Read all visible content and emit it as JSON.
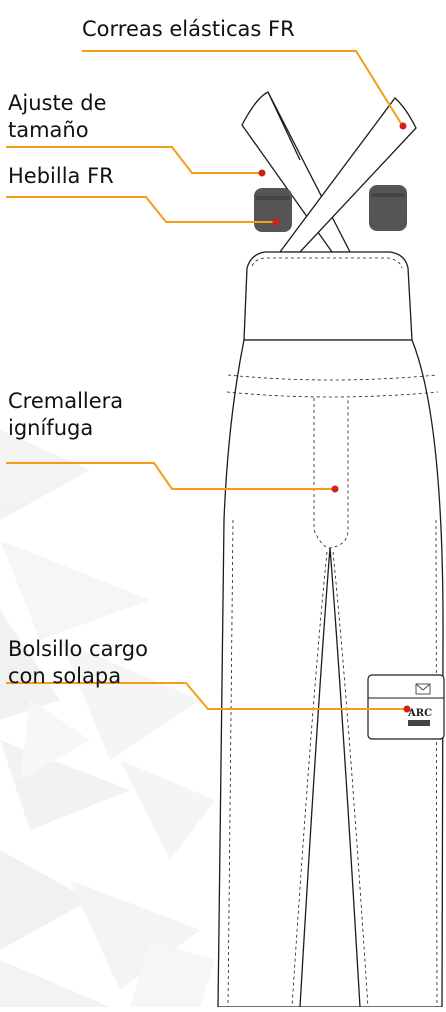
{
  "colors": {
    "accent": "#f59d1a",
    "marker": "#d0201a",
    "line": "#1c1c1c",
    "buckle": "#555555",
    "background_pattern": "#eeeeee"
  },
  "labels": {
    "elastic_straps": "Correas elásticas FR",
    "size_adjust_1": "Ajuste de",
    "size_adjust_2": "tamaño",
    "buckle": "Hebilla FR",
    "zipper_1": "Cremallera",
    "zipper_2": "ignífuga",
    "pocket_1": "Bolsillo cargo",
    "pocket_2": "con solapa"
  },
  "pocket_patch": {
    "brand": "ARC",
    "icon": "envelope-icon"
  }
}
